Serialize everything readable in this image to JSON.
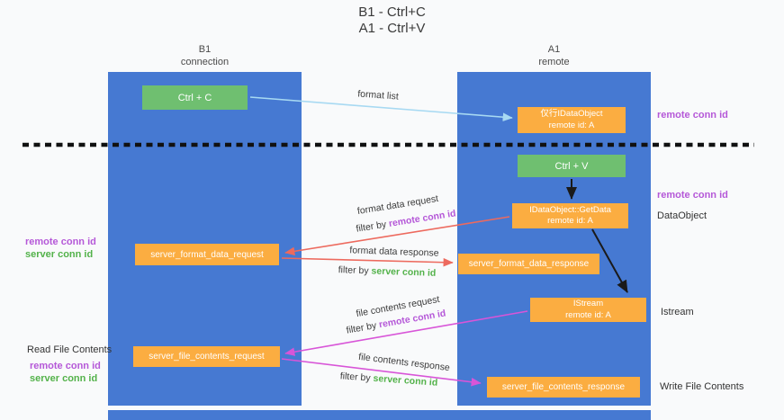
{
  "title": {
    "line1": "B1 - Ctrl+C",
    "line2": "A1 - Ctrl+V"
  },
  "columns": {
    "left": {
      "name": "B1",
      "subtitle": "connection"
    },
    "right": {
      "name": "A1",
      "subtitle": "remote"
    }
  },
  "boxes": {
    "ctrl_c": "Ctrl + C",
    "ctrl_v": "Ctrl + V",
    "idataobject": {
      "line1": "仅行IDataObject",
      "line2": "remote id: A"
    },
    "getdata": {
      "line1": "IDataObject::GetData",
      "line2": "remote id: A"
    },
    "istream": {
      "line1": "IStream",
      "line2": "remote id: A"
    },
    "format_request": "server_format_data_request",
    "format_response": "server_format_data_response",
    "file_request": "server_file_contents_request",
    "file_response": "server_file_contents_response"
  },
  "arrow_labels": {
    "format_list": "format list",
    "format_data_request": "format data request",
    "format_data_response": "format data response",
    "file_contents_request": "file contents request",
    "file_contents_response": "file contents response",
    "filter_by": "filter by",
    "remote_conn_id": "remote conn id",
    "server_conn_id": "server conn id"
  },
  "side_labels": {
    "remote_conn_id": "remote conn id",
    "server_conn_id": "server conn id",
    "dataobject": "DataObject",
    "istream": "Istream",
    "read_file_contents": "Read File Contents",
    "write_file_contents": "Write File Contents"
  },
  "colors": {
    "lifeline_blue": "#4679d2",
    "box_green": "#6fbf70",
    "box_orange": "#fbad41",
    "purple_text": "#b558d8",
    "green_text": "#53b24a",
    "arrow_red": "#ed6a5e",
    "arrow_magenta": "#d855d8",
    "arrow_light_blue": "#a7d9f2",
    "arrow_black": "#1a1a1a"
  }
}
